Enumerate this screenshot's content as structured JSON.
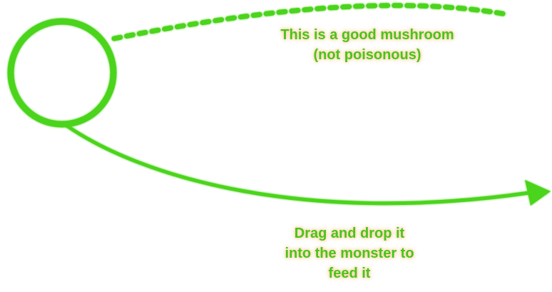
{
  "tutorial": {
    "mushroom_hint": {
      "line1": "This is a good mushroom",
      "line2": "(not poisonous)"
    },
    "drag_hint": {
      "line1": "Drag and drop it",
      "line2": "into the monster to",
      "line3": "feed it"
    }
  },
  "colors": {
    "accent_green": "#4bd41c",
    "text_green": "#49c41b",
    "text_glow": "#ffd9b0"
  },
  "icons": {
    "highlight": "circle-highlight-icon",
    "pointer": "dotted-pointer-line",
    "drag_arrow": "curved-arrow-icon"
  }
}
